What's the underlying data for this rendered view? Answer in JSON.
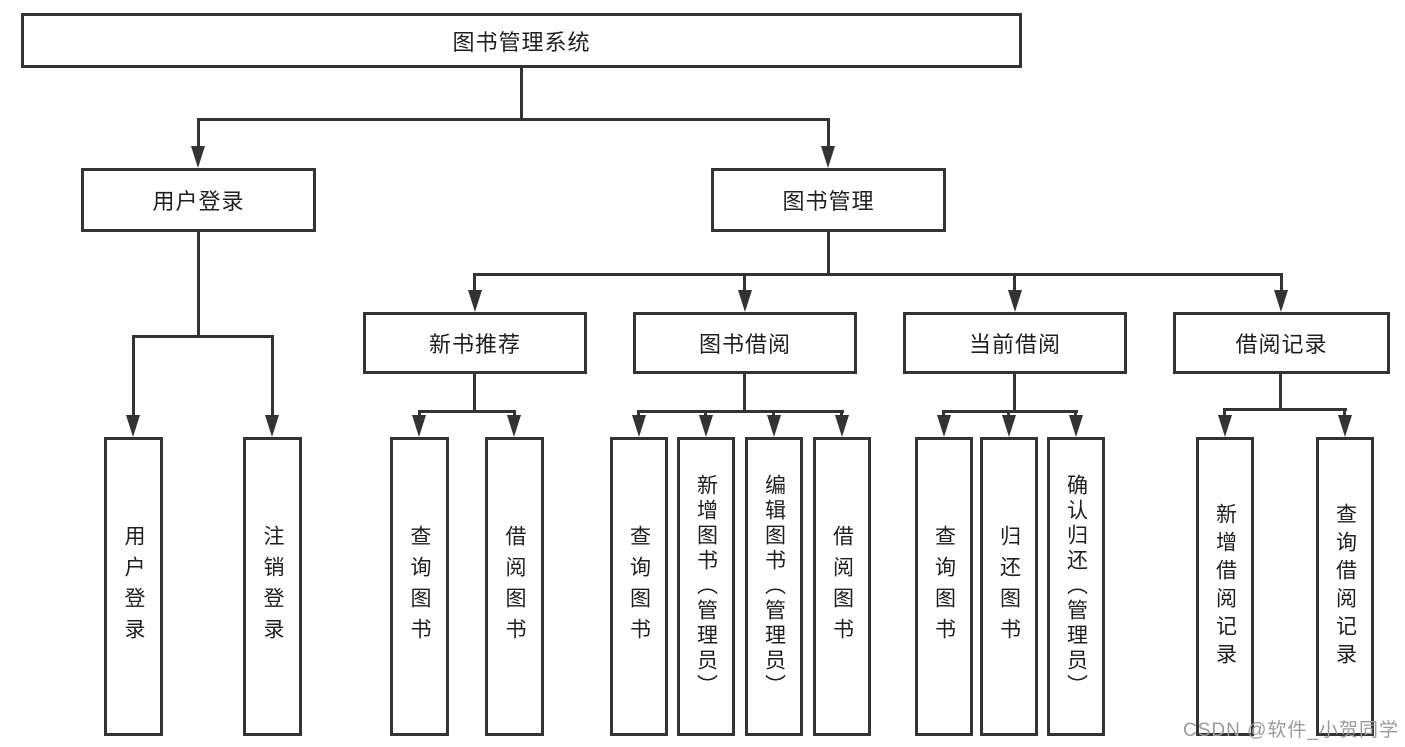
{
  "diagram": {
    "title_node": "图书管理系统",
    "root": {
      "label": "图书管理系统"
    },
    "branches": [
      {
        "label": "用户登录",
        "children": [
          {
            "label": "用户登录"
          },
          {
            "label": "注销登录"
          }
        ]
      },
      {
        "label": "图书管理",
        "children": [
          {
            "label": "新书推荐",
            "children": [
              {
                "label": "查询图书"
              },
              {
                "label": "借阅图书"
              }
            ]
          },
          {
            "label": "图书借阅",
            "children": [
              {
                "label": "查询图书"
              },
              {
                "label": "新增图书（管理员）"
              },
              {
                "label": "编辑图书（管理员）"
              },
              {
                "label": "借阅图书"
              }
            ]
          },
          {
            "label": "当前借阅",
            "children": [
              {
                "label": "查询图书"
              },
              {
                "label": "归还图书"
              },
              {
                "label": "确认归还（管理员）"
              }
            ]
          },
          {
            "label": "借阅记录",
            "children": [
              {
                "label": "新增借阅记录"
              },
              {
                "label": "查询借阅记录"
              }
            ]
          }
        ]
      }
    ]
  },
  "watermark": {
    "text": "CSDN @软件_小贺同学",
    "color": "#9b9b9b"
  },
  "colors": {
    "line": "#333333",
    "box_border": "#333333",
    "text": "#1f1f1f",
    "background": "#ffffff"
  }
}
